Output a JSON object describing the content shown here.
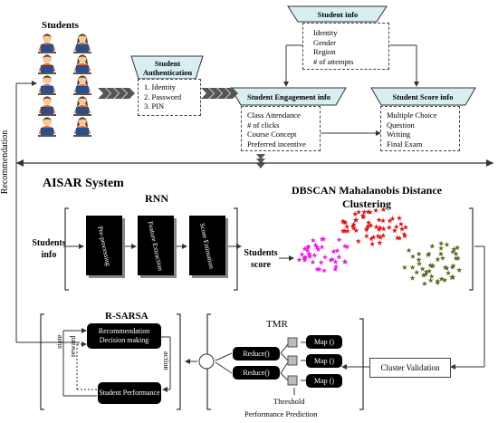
{
  "students": {
    "title": "Students"
  },
  "auth": {
    "title": "Student Authentication",
    "items": [
      "1. Identity",
      "2. Password",
      "3. PIN"
    ]
  },
  "info": {
    "title": "Student info",
    "items": [
      "Identity",
      "Gender",
      "Region",
      "# of attempts"
    ]
  },
  "engagement": {
    "title": "Student Engagement info",
    "items": [
      "Class Attendance",
      "# of clicks",
      "Course Concept",
      "Preferred incentive"
    ]
  },
  "score": {
    "title": "Student Score info",
    "items": [
      "Multiple Choice",
      "Question",
      "Writing",
      "Final Exam"
    ]
  },
  "left_label": "Recommendation",
  "aisar": "AISAR System",
  "rnn": {
    "title": "RNN",
    "stages": [
      "Pre-processing",
      "Feature Extraction",
      "Score Estimation"
    ]
  },
  "students_info": "Students info",
  "students_score": "Students score",
  "dbscan": "DBSCAN Mahalanobis Distance Clustering",
  "rsarsa": {
    "title": "R-SARSA",
    "recommendation": "Recommendation Decision making",
    "performance": "Student Performance",
    "state": "state",
    "reward": "reward",
    "action": "action"
  },
  "tmr": {
    "title": "TMR",
    "reduce": [
      "Reduce()",
      "Reduce()"
    ],
    "map": [
      "Map ()",
      "Map ()",
      "Map ()"
    ],
    "threshold": "Threshold",
    "prediction": "Performance Prediction"
  },
  "cluster_validation": "Cluster Validation",
  "colors": {
    "magenta": "#e020e0",
    "red": "#d81818",
    "olive": "#556b1f",
    "people_shirt": "#e8692b",
    "people_hair": "#5a3a1a",
    "header_fill": "#d7eef3"
  }
}
